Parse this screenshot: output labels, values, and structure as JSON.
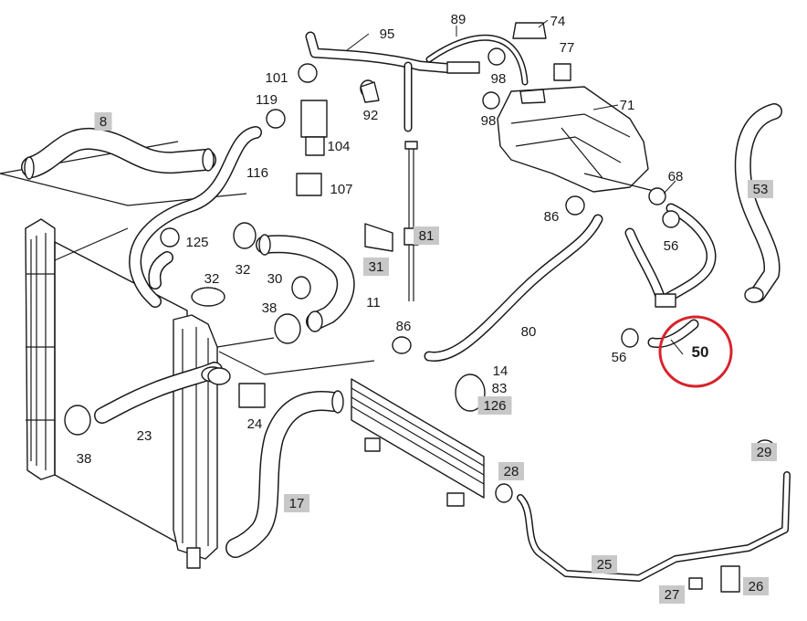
{
  "highlight": {
    "label": "50",
    "color": "#d8232a"
  },
  "colors": {
    "line": "#1a1a1a",
    "label_box": "#c8c8c8"
  },
  "callouts": [
    {
      "id": "c8",
      "label": "8",
      "boxed": true
    },
    {
      "id": "c95",
      "label": "95",
      "boxed": false
    },
    {
      "id": "c89",
      "label": "89",
      "boxed": false
    },
    {
      "id": "c74",
      "label": "74",
      "boxed": false
    },
    {
      "id": "c77",
      "label": "77",
      "boxed": false
    },
    {
      "id": "c71",
      "label": "71",
      "boxed": false
    },
    {
      "id": "c101",
      "label": "101",
      "boxed": false
    },
    {
      "id": "c119",
      "label": "119",
      "boxed": false
    },
    {
      "id": "c92",
      "label": "92",
      "boxed": false
    },
    {
      "id": "c98a",
      "label": "98",
      "boxed": false
    },
    {
      "id": "c98b",
      "label": "98",
      "boxed": false
    },
    {
      "id": "c104",
      "label": "104",
      "boxed": false
    },
    {
      "id": "c116",
      "label": "116",
      "boxed": false
    },
    {
      "id": "c107",
      "label": "107",
      "boxed": false
    },
    {
      "id": "c68",
      "label": "68",
      "boxed": false
    },
    {
      "id": "c53",
      "label": "53",
      "boxed": true
    },
    {
      "id": "c86a",
      "label": "86",
      "boxed": false
    },
    {
      "id": "c125",
      "label": "125",
      "boxed": false
    },
    {
      "id": "c32a",
      "label": "32",
      "boxed": false
    },
    {
      "id": "c81",
      "label": "81",
      "boxed": true
    },
    {
      "id": "c56a",
      "label": "56",
      "boxed": false
    },
    {
      "id": "c31",
      "label": "31",
      "boxed": true
    },
    {
      "id": "c32b",
      "label": "32",
      "boxed": false
    },
    {
      "id": "c30",
      "label": "30",
      "boxed": false
    },
    {
      "id": "c11",
      "label": "11",
      "boxed": false
    },
    {
      "id": "c38a",
      "label": "38",
      "boxed": false
    },
    {
      "id": "c86b",
      "label": "86",
      "boxed": false
    },
    {
      "id": "c80",
      "label": "80",
      "boxed": false
    },
    {
      "id": "c56b",
      "label": "56",
      "boxed": false
    },
    {
      "id": "c14",
      "label": "14",
      "boxed": false
    },
    {
      "id": "c83",
      "label": "83",
      "boxed": false
    },
    {
      "id": "c126",
      "label": "126",
      "boxed": true
    },
    {
      "id": "c24",
      "label": "24",
      "boxed": false
    },
    {
      "id": "c23",
      "label": "23",
      "boxed": false
    },
    {
      "id": "c38b",
      "label": "38",
      "boxed": false
    },
    {
      "id": "c29",
      "label": "29",
      "boxed": true
    },
    {
      "id": "c28",
      "label": "28",
      "boxed": true
    },
    {
      "id": "c17",
      "label": "17",
      "boxed": true
    },
    {
      "id": "c25",
      "label": "25",
      "boxed": true
    },
    {
      "id": "c27",
      "label": "27",
      "boxed": true
    },
    {
      "id": "c26",
      "label": "26",
      "boxed": true
    }
  ]
}
